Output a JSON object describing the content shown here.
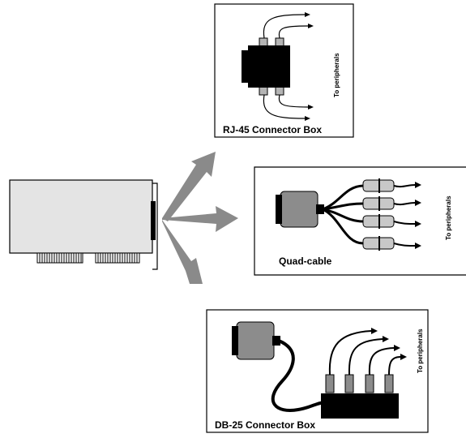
{
  "rj45": {
    "caption": "RJ-45 Connector Box",
    "side_label": "To peripherals"
  },
  "quad": {
    "caption": "Quad-cable",
    "side_label": "To peripherals"
  },
  "db25": {
    "caption": "DB-25 Connector Box",
    "side_label": "To peripherals"
  },
  "colors": {
    "arrow_gray": "#8a8a8a",
    "card_fill": "#e4e4e4",
    "connector_gray": "#8c8c8c",
    "plug_light": "#c8c8c8",
    "black": "#000000"
  }
}
